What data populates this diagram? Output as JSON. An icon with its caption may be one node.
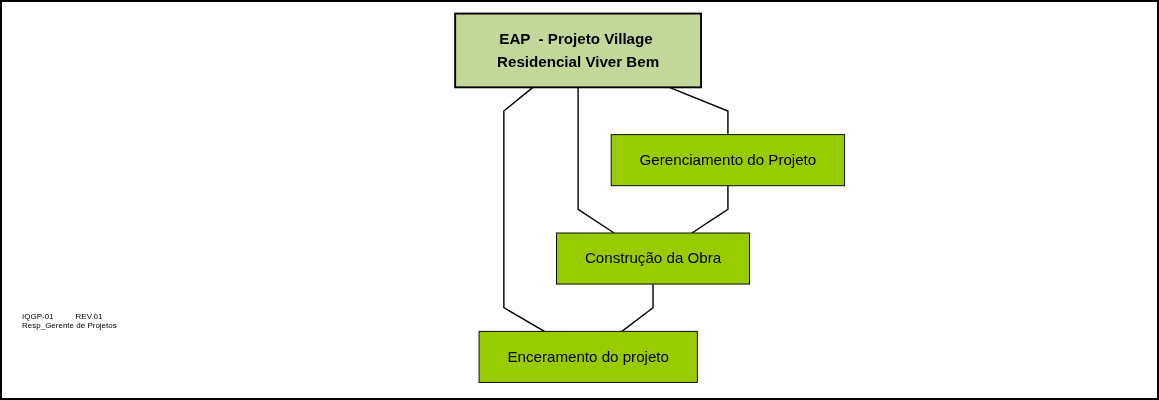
{
  "diagram": {
    "nodes": [
      {
        "text": [
          "EAP  - Projeto Village Residencial Viver Bem"
        ]
      },
      {
        "text": [
          "Gerenciamento do Projeto"
        ]
      },
      {
        "text": [
          "Construção da Obra"
        ]
      },
      {
        "text": [
          "Enceramento do projeto"
        ]
      }
    ],
    "edges": [
      {
        "from": 0,
        "to": 1,
        "arrow": "none"
      },
      {
        "from": 0,
        "to": 2,
        "arrow": "none"
      },
      {
        "from": 0,
        "to": 3,
        "arrow": "none"
      },
      {
        "from": 1,
        "to": 2,
        "arrow": "none"
      },
      {
        "from": 2,
        "to": 3,
        "arrow": "none"
      }
    ],
    "labels": [
      "IQGP-01",
      "REV.01",
      "Resp_Gerente de Projetos"
    ]
  }
}
